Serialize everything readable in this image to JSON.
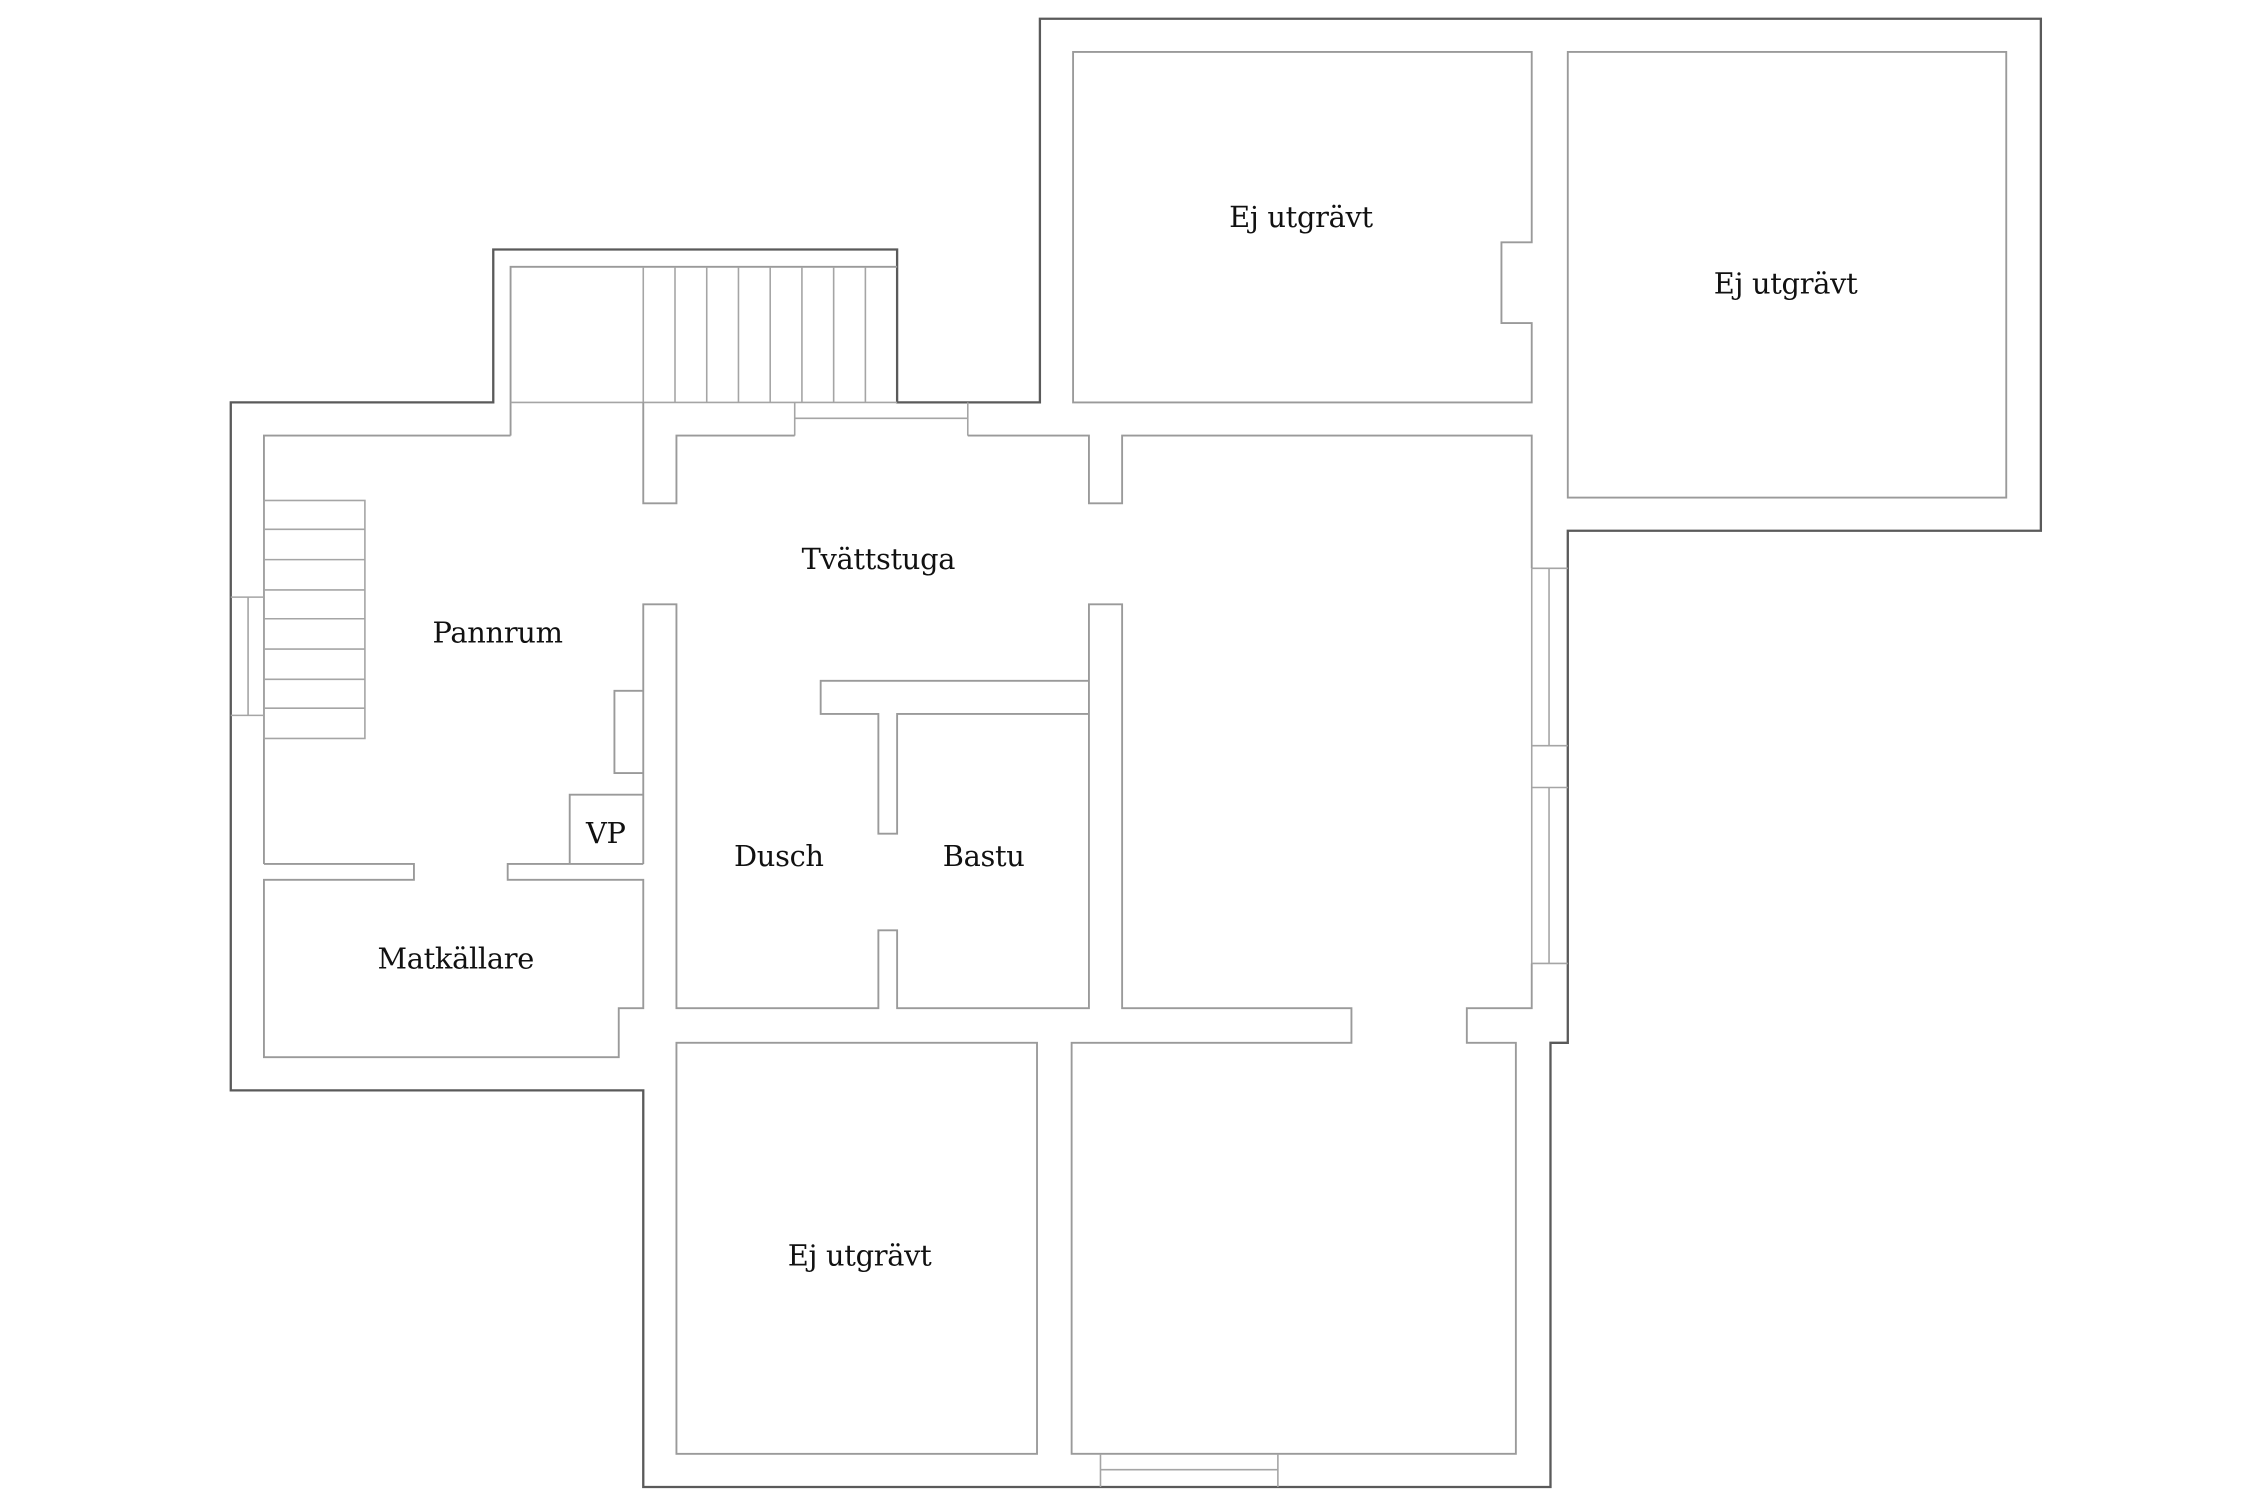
{
  "floor_plan": {
    "type": "basement floor plan",
    "rooms": {
      "pannrum": "Pannrum",
      "tvattstuga": "Tvättstuga",
      "matkallare": "Matkällare",
      "vp": "VP",
      "dusch": "Dusch",
      "bastu": "Bastu",
      "ej_utgravt_top_left": "Ej utgrävt",
      "ej_utgravt_top_right": "Ej utgrävt",
      "ej_utgravt_bottom": "Ej utgrävt"
    },
    "colors": {
      "outer_wall": "#5a5a5a",
      "inner_wall": "#9a9a9a",
      "label": "#111111",
      "background": "#ffffff"
    }
  }
}
